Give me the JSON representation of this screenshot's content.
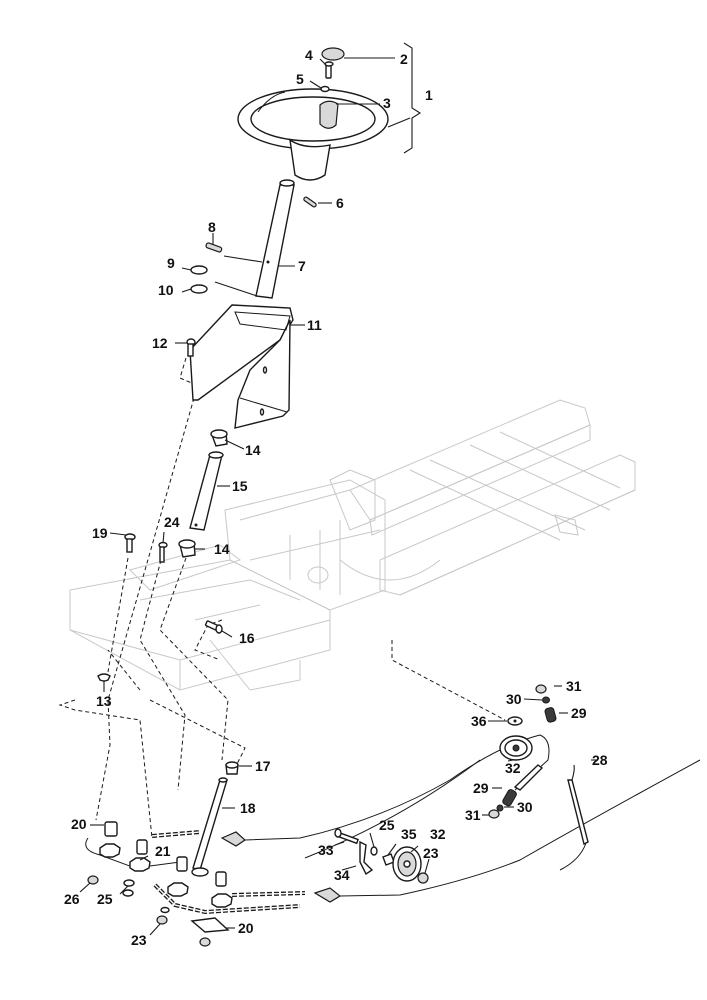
{
  "diagram": {
    "type": "exploded-parts-diagram",
    "subject": "steering assembly",
    "colors": {
      "parts_outline": "#1a1a1a",
      "background_frame": "#c8c8c8",
      "background": "#ffffff"
    },
    "callouts": [
      {
        "id": "c1",
        "label": "1",
        "part": "steering-wheel-assembly-group"
      },
      {
        "id": "c2",
        "label": "2",
        "part": "center-cap"
      },
      {
        "id": "c3",
        "label": "3",
        "part": "steering-knob"
      },
      {
        "id": "c4",
        "label": "4",
        "part": "bolt"
      },
      {
        "id": "c5",
        "label": "5",
        "part": "washer"
      },
      {
        "id": "c6",
        "label": "6",
        "part": "pin"
      },
      {
        "id": "c7",
        "label": "7",
        "part": "steering-shaft"
      },
      {
        "id": "c8",
        "label": "8",
        "part": "pin"
      },
      {
        "id": "c9",
        "label": "9",
        "part": "washer"
      },
      {
        "id": "c10",
        "label": "10",
        "part": "washer"
      },
      {
        "id": "c11",
        "label": "11",
        "part": "steering-column-bracket"
      },
      {
        "id": "c12",
        "label": "12",
        "part": "bolt"
      },
      {
        "id": "c13",
        "label": "13",
        "part": "nut"
      },
      {
        "id": "c14a",
        "label": "14",
        "part": "bushing-upper"
      },
      {
        "id": "c14b",
        "label": "14",
        "part": "bushing-lower"
      },
      {
        "id": "c15",
        "label": "15",
        "part": "column-tube"
      },
      {
        "id": "c16",
        "label": "16",
        "part": "bolt"
      },
      {
        "id": "c17",
        "label": "17",
        "part": "bushing"
      },
      {
        "id": "c18",
        "label": "18",
        "part": "lower-shaft"
      },
      {
        "id": "c19",
        "label": "19",
        "part": "bolt"
      },
      {
        "id": "c20a",
        "label": "20",
        "part": "spacer"
      },
      {
        "id": "c20b",
        "label": "20",
        "part": "plate"
      },
      {
        "id": "c21",
        "label": "21",
        "part": "sprocket"
      },
      {
        "id": "c23a",
        "label": "23",
        "part": "nut"
      },
      {
        "id": "c23b",
        "label": "23",
        "part": "nut"
      },
      {
        "id": "c24",
        "label": "24",
        "part": "bolt"
      },
      {
        "id": "c25a",
        "label": "25",
        "part": "washer"
      },
      {
        "id": "c25b",
        "label": "25",
        "part": "washer"
      },
      {
        "id": "c26",
        "label": "26",
        "part": "nut"
      },
      {
        "id": "c28",
        "label": "28",
        "part": "tension-rod"
      },
      {
        "id": "c29a",
        "label": "29",
        "part": "spring"
      },
      {
        "id": "c29b",
        "label": "29",
        "part": "spring"
      },
      {
        "id": "c30a",
        "label": "30",
        "part": "washer"
      },
      {
        "id": "c30b",
        "label": "30",
        "part": "washer"
      },
      {
        "id": "c31a",
        "label": "31",
        "part": "nut"
      },
      {
        "id": "c31b",
        "label": "31",
        "part": "nut"
      },
      {
        "id": "c32a",
        "label": "32",
        "part": "pulley"
      },
      {
        "id": "c32b",
        "label": "32",
        "part": "pulley"
      },
      {
        "id": "c33",
        "label": "33",
        "part": "bolt"
      },
      {
        "id": "c34",
        "label": "34",
        "part": "bracket"
      },
      {
        "id": "c35",
        "label": "35",
        "part": "spacer"
      },
      {
        "id": "c36",
        "label": "36",
        "part": "washer"
      }
    ]
  }
}
